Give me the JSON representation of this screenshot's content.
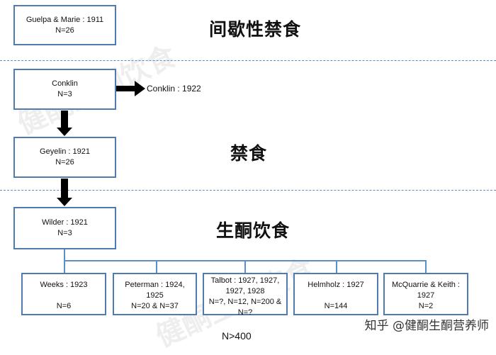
{
  "sections": {
    "fasting_intermittent": "间歇性禁食",
    "fasting": "禁食",
    "keto": "生酮饮食"
  },
  "studies": {
    "guelpa": {
      "line1": "Guelpa & Marie : 1911",
      "line2": "N=26"
    },
    "conklin": {
      "line1": "Conklin",
      "line2": "N=3"
    },
    "conklin_1922": "Conklin : 1922",
    "geyelin": {
      "line1": "Geyelin : 1921",
      "line2": "N=26"
    },
    "wilder": {
      "line1": "Wilder : 1921",
      "line2": "N=3"
    },
    "weeks": {
      "line1": "Weeks : 1923",
      "line2": "N=6"
    },
    "peterman": {
      "line1": "Peterman : 1924,\n1925",
      "line2": "N=20 & N=37"
    },
    "talbot": {
      "line1": "Talbot : 1927, 1927,\n1927, 1928",
      "line2": "N=?, N=12, N=200 &\nN=?"
    },
    "helmholz": {
      "line1": "Helmholz : 1927",
      "line2": "N=144"
    },
    "mcquarrie": {
      "line1": "McQuarrie & Keith :\n1927",
      "line2": "N=2"
    }
  },
  "total": "N>400",
  "watermark": "健酮生酮饮食",
  "credit": "知乎 @健酮生酮营养师",
  "colors": {
    "border": "#4f7bae",
    "line": "#5b8fc9",
    "arrow": "#000000"
  }
}
